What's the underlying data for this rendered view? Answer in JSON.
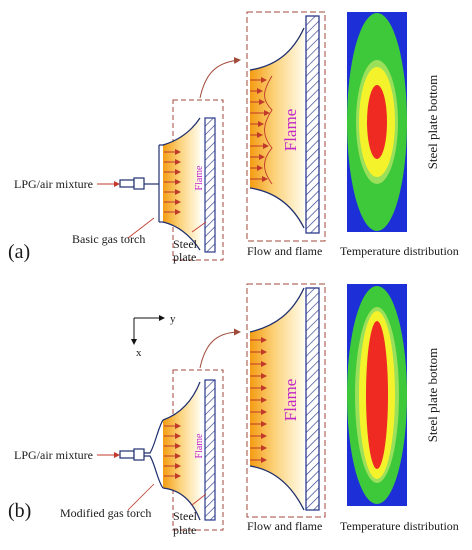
{
  "panels": [
    {
      "tag": "(a)",
      "inlet": "LPG/air mixture",
      "torch": "Basic gas torch",
      "plate_line1": "Steel",
      "plate_line2": "plate",
      "flame_small": "Flame",
      "flame_big": "Flame",
      "flow_caption": "Flow and flame",
      "temp_caption": "Temperature distribution",
      "side_label": "Steel plate bottom"
    },
    {
      "tag": "(b)",
      "inlet": "LPG/air mixture",
      "torch": "Modified gas torch",
      "plate_line1": "Steel",
      "plate_line2": "plate",
      "flame_small": "Flame",
      "flame_big": "Flame",
      "flow_caption": "Flow and flame",
      "temp_caption": "Temperature distribution",
      "side_label": "Steel plate bottom"
    }
  ],
  "axes": {
    "y": "y",
    "x": "x"
  },
  "colors": {
    "dash": "#a24a3a",
    "arrow": "#c0392b",
    "line": "#1f2f6e",
    "flame_inner": "#f5a623",
    "flame_outer": "#fffbe6",
    "temp_blue": "#1d2fd6",
    "temp_green": "#3ec93a",
    "temp_lightgreen": "#9be05a",
    "temp_yellow": "#f4f22a",
    "temp_red": "#ee2a22"
  }
}
